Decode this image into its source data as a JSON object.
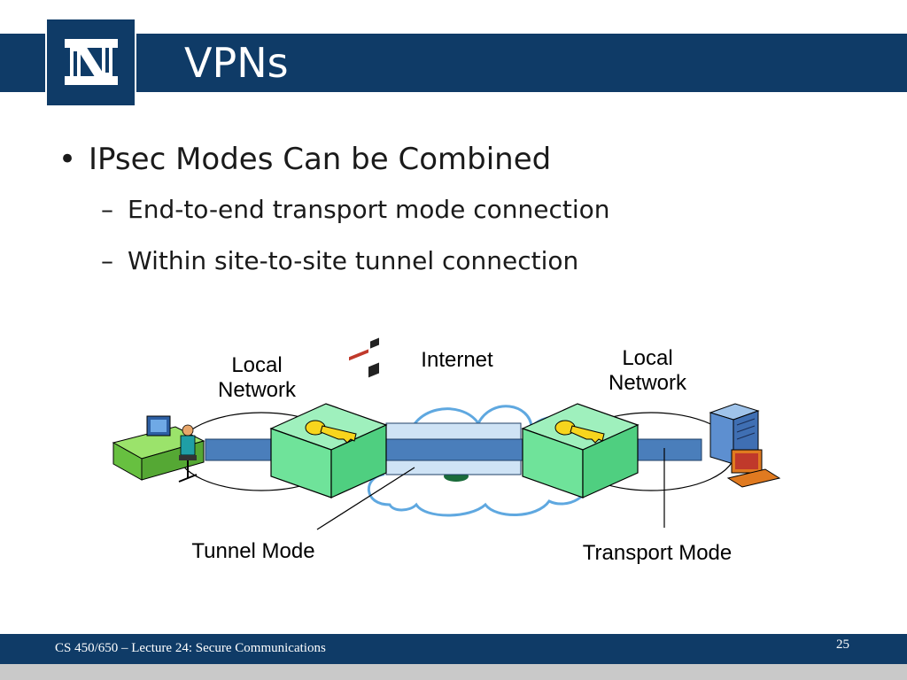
{
  "slide": {
    "title": "VPNs",
    "bullets": [
      {
        "text": "IPsec Modes Can be Combined",
        "subitems": [
          "End-to-end transport mode connection",
          "Within site-to-site tunnel connection"
        ]
      }
    ]
  },
  "diagram": {
    "labels": {
      "left_network_line1": "Local",
      "left_network_line2": "Network",
      "internet": "Internet",
      "right_network_line1": "Local",
      "right_network_line2": "Network",
      "tunnel_mode": "Tunnel Mode",
      "transport_mode": "Transport Mode"
    }
  },
  "footer": {
    "course": "CS 450/650 – Lecture 24: Secure Communications",
    "page_number": "25"
  },
  "colors": {
    "brand_navy": "#0f3b67",
    "tunnel_blue": "#4a7ebb",
    "tunnel_light": "#cfe3f5",
    "gateway_green": "#6fe39a",
    "cloud_outline": "#5fa8e0",
    "key_yellow": "#f7d51d"
  }
}
